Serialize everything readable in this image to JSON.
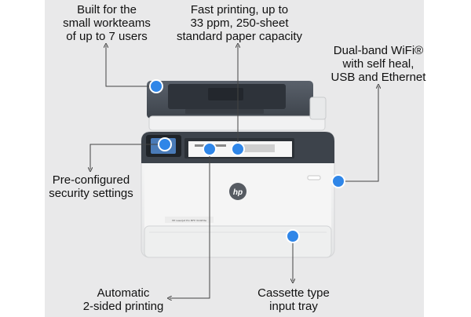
{
  "features": {
    "workteams": "Built for the\nsmall workteams\nof up to 7 users",
    "printing_speed": "Fast printing, up to\n33 ppm, 250-sheet\nstandard paper capacity",
    "wifi": "Dual-band WiFi®\nwith self heal,\nUSB and Ethernet",
    "security": "Pre-configured\nsecurity settings",
    "duplex": "Automatic\n2-sided printing",
    "tray": "Cassette type\ninput tray"
  },
  "product": {
    "logo": "hp",
    "model_plate": "HP LaserJet Pro MFP 3102fdw"
  },
  "colors": {
    "panel": "#e9e9ea",
    "hotspot": "#2f86e8",
    "printer_top": "#4a5059",
    "printer_body": "#f4f4f4"
  },
  "icons": [
    "hotspot-dot",
    "callout-arrow"
  ]
}
